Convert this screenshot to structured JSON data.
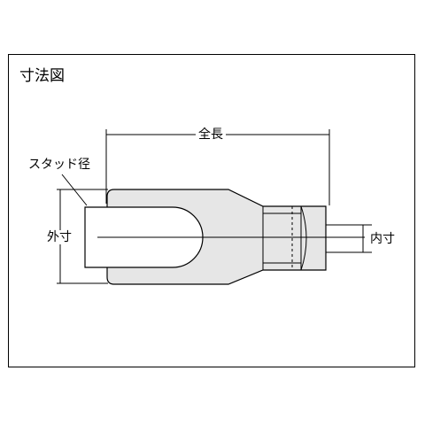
{
  "title": "寸法図",
  "labels": {
    "overall_length": "全長",
    "stud_diameter": "スタッド径",
    "outer_dimension": "外寸",
    "inner_dimension": "内寸"
  },
  "colors": {
    "line": "#000000",
    "fill_body": "#e6e6e6",
    "fill_slot": "#ffffff"
  }
}
